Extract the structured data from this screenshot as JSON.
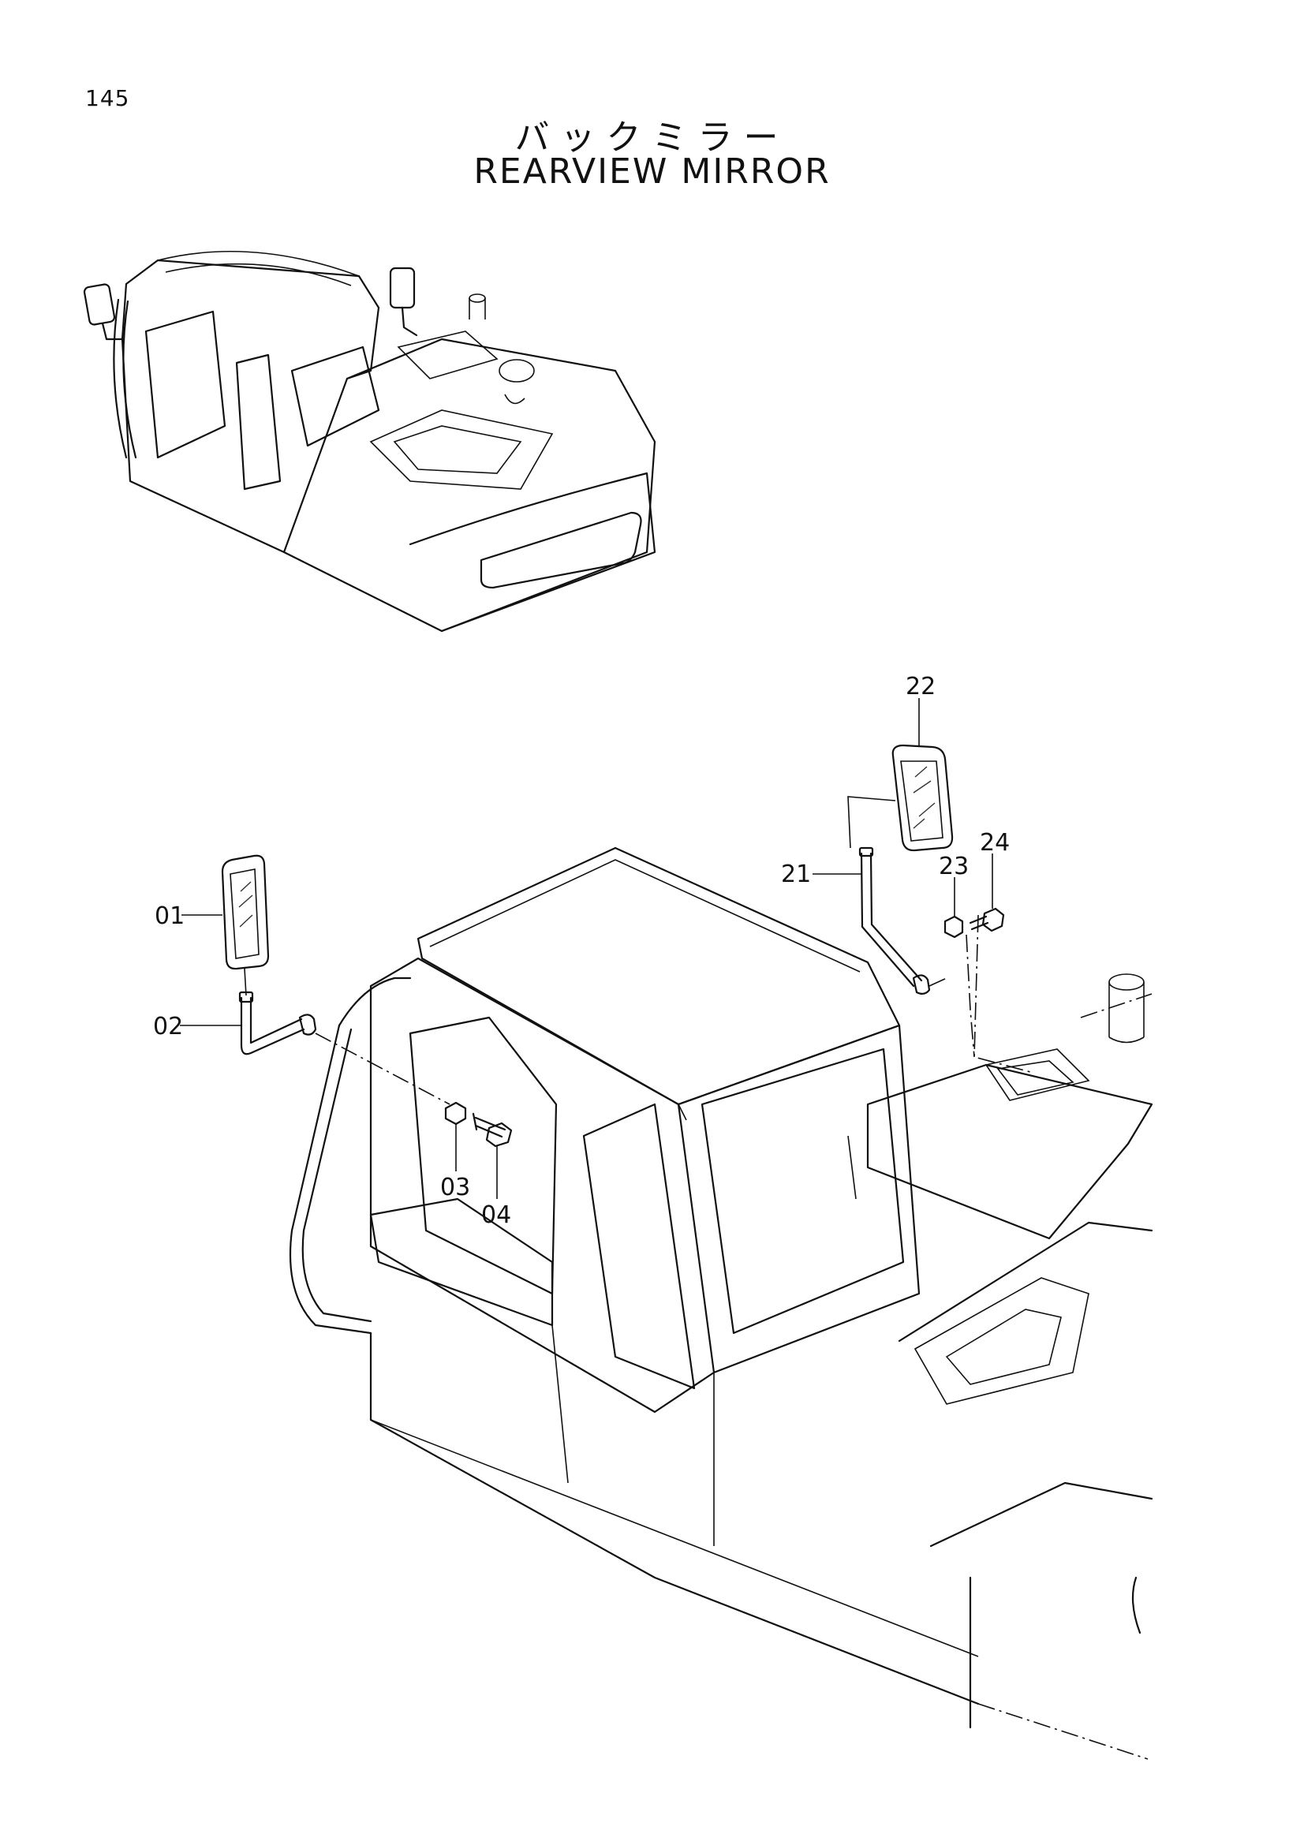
{
  "page": {
    "number": "145",
    "title_jp": "バックミラー",
    "title_en": "REARVIEW MIRROR"
  },
  "parts": [
    {
      "id": "p01",
      "label": "01"
    },
    {
      "id": "p02",
      "label": "02"
    },
    {
      "id": "p03",
      "label": "03"
    },
    {
      "id": "p04",
      "label": "04"
    },
    {
      "id": "p21",
      "label": "21"
    },
    {
      "id": "p22",
      "label": "22"
    },
    {
      "id": "p23",
      "label": "23"
    },
    {
      "id": "p24",
      "label": "24"
    }
  ]
}
